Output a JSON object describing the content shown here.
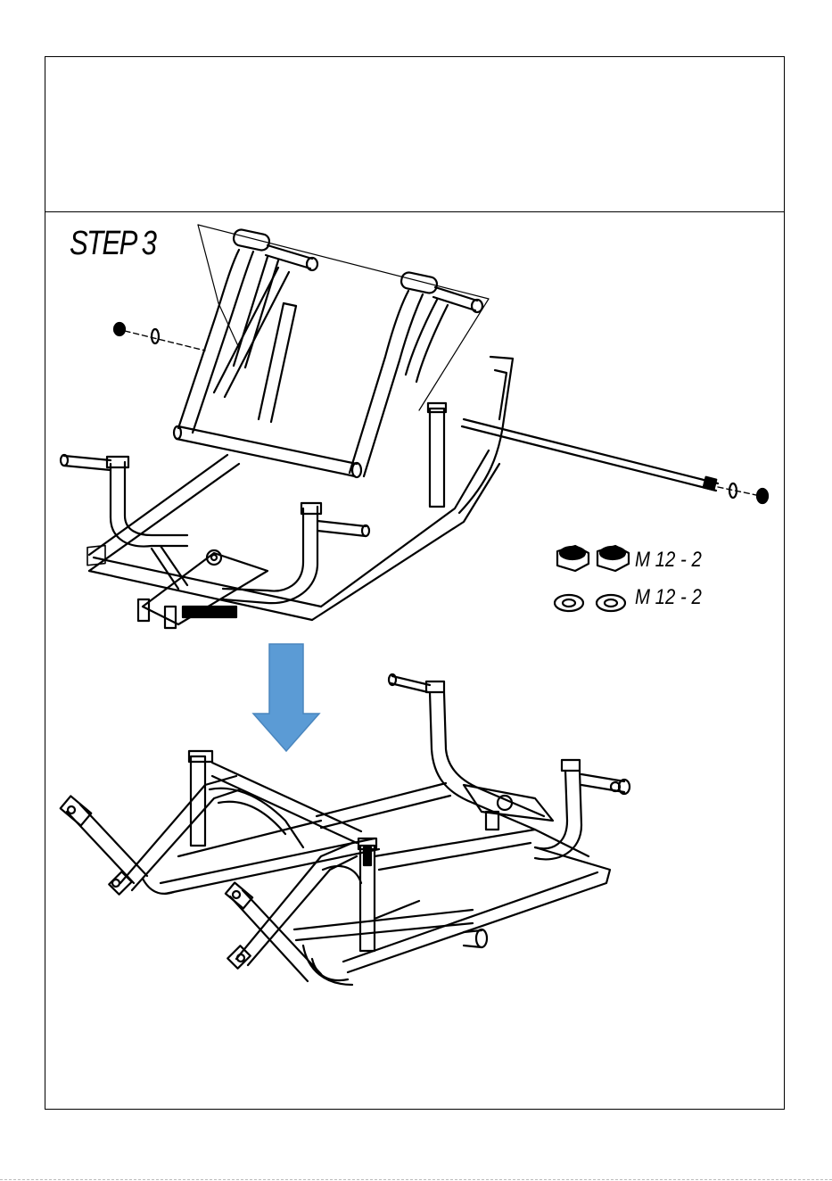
{
  "step": {
    "title": "STEP 3"
  },
  "hardware": [
    {
      "name": "nut",
      "label": "M 12 - 2",
      "icon": "hex-nut-icon"
    },
    {
      "name": "washer",
      "label": "M 12 - 2",
      "icon": "washer-icon"
    }
  ],
  "arrow": {
    "color": "#5b9bd5",
    "icon": "down-arrow-icon"
  }
}
